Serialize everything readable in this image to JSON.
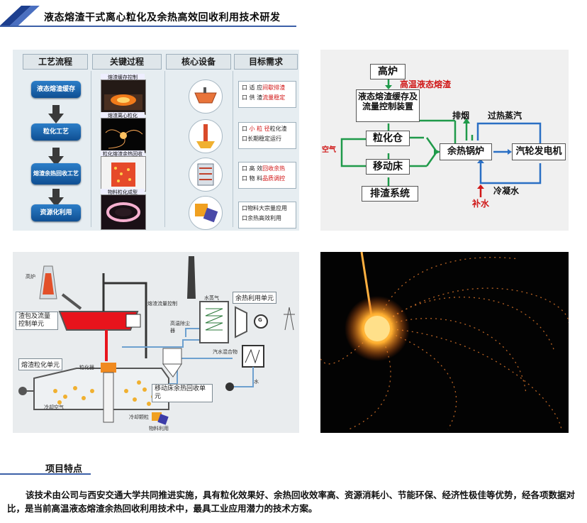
{
  "header": {
    "title": "液态熔渣干式离心粒化及余热高效回收利用技术研发"
  },
  "process_panel": {
    "columns": [
      "工艺流程",
      "关键过程",
      "核心设备",
      "目标需求"
    ],
    "steps": [
      "液态熔渣缓存",
      "粒化工艺",
      "熔渣余热回收工艺",
      "资源化利用"
    ],
    "processes": [
      "熔渣缓存控制",
      "熔渣离心粒化",
      "粒化熔渣余热回收",
      "物料粒化成型"
    ],
    "needs": [
      {
        "line1_prefix": "口 适 应",
        "line1_red": "间歇排渣",
        "line2_prefix": "口 供 渣",
        "line2_red": "流量稳定"
      },
      {
        "line1_prefix": "口 ",
        "line1_red": "小 粒 径",
        "line1_suffix": "粒化渣",
        "line2_prefix": "口长期稳定运行",
        "line2_red": ""
      },
      {
        "line1_prefix": "口 高 效",
        "line1_red": "回收余热",
        "line2_prefix": "口 物 料",
        "line2_red": "品质调控"
      },
      {
        "line1_prefix": "口物料大宗量应用",
        "line1_red": "",
        "line2_prefix": "口余热高效利用",
        "line2_red": ""
      }
    ]
  },
  "flow_panel": {
    "blast_furnace": "高炉",
    "hot_slag": "高温液态熔渣",
    "buffer": "液态熔渣缓存及流量控制装置",
    "granulation_bin": "粒化仓",
    "moving_bed": "移动床",
    "slag_discharge": "排渣系统",
    "air_in": "空气",
    "waste_boiler": "余热锅炉",
    "exhaust": "排烟",
    "superheated_steam": "过热蒸汽",
    "turbine": "汽轮发电机",
    "condensate": "冷凝水",
    "makeup_water": "补水"
  },
  "schematic_panel": {
    "blast_furnace": "高炉",
    "ladle_unit": "渣包及流量控制单元",
    "granulation_unit": "熔渣粒化单元",
    "moving_bed_unit": "移动床余热回收单元",
    "waste_heat_unit": "余热利用单元",
    "steam_water": "水蒸气",
    "cooling_air": "冷却空气",
    "cooling_granules": "冷却颗粒",
    "material_use": "物料利用",
    "granulator": "粒化器",
    "dust_collector": "高温除尘器",
    "steam_mix": "汽水混合物",
    "water": "水",
    "slag_flow": "熔渣流量控制",
    "generator": "G"
  },
  "features": {
    "title": "项目特点",
    "paragraph": "该技术由公司与西安交通大学共同推进实施，具有粒化效果好、余热回收效率高、资源消耗小、节能环保、经济性极佳等优势，经各项数据对比，是当前高温液态熔渣余热回收利用技术中，最具工业应用潜力的技术方案。"
  },
  "colors": {
    "accent": "#3c60a8",
    "red": "#d01818",
    "green": "#1f9a4a",
    "blue": "#2a6fc4"
  }
}
